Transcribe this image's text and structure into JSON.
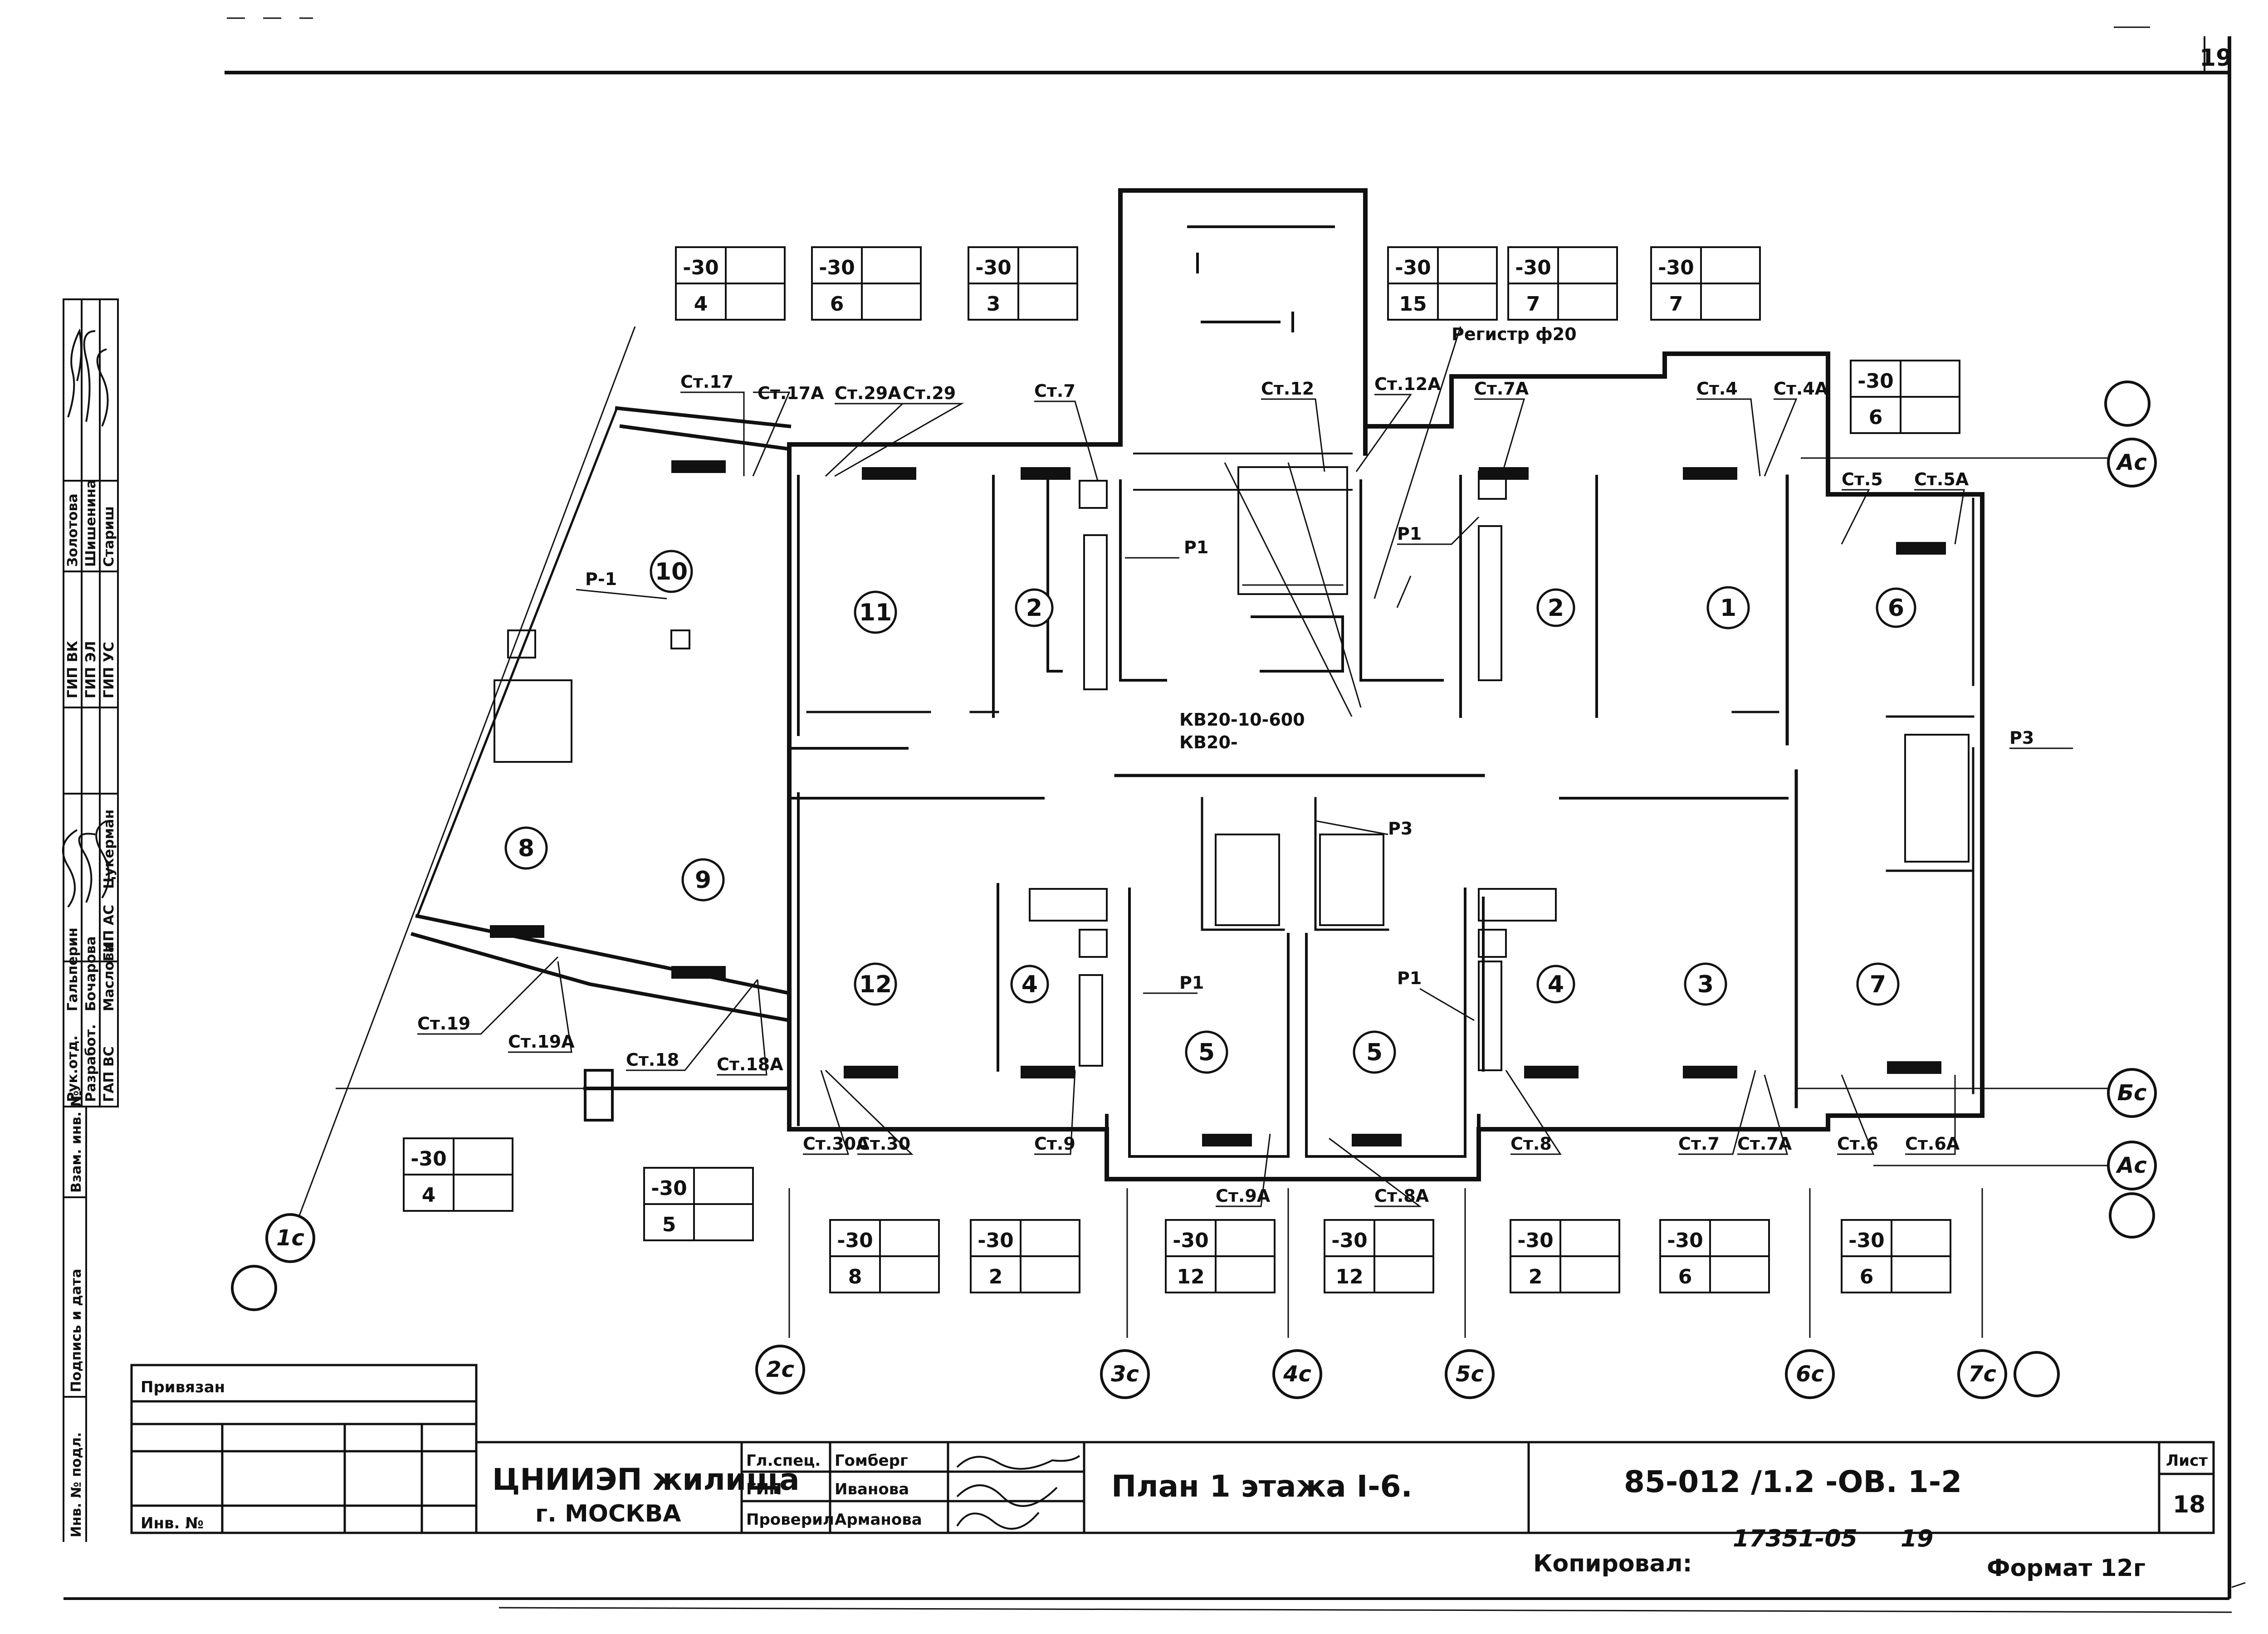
{
  "sheet_number": "19",
  "title_block": {
    "org_line1": "ЦНИИЭП жилища",
    "org_line2": "г. МОСКВА",
    "roles": [
      {
        "role": "Гл.спец.",
        "name": "Гомберг"
      },
      {
        "role": "ГИП",
        "name": "Иванова"
      },
      {
        "role": "Проверил",
        "name": "Арманова"
      }
    ],
    "drawing_title": "План 1 этажа I-6.",
    "designation": "85-012 /1.2 -ОВ. 1-2",
    "sheet_label": "Лист",
    "sheet_value": "18",
    "privyazan_label": "Привязан",
    "inv_label": "Инв. №"
  },
  "bottom": {
    "copied_label": "Копировал:",
    "copied_code": "17351-05",
    "copied_num": "19",
    "format_label": "Формат 12г"
  },
  "left_strip": {
    "rows": [
      {
        "role": "Рук.отд.",
        "name": "Гальперин"
      },
      {
        "role": "Разработ.",
        "name": "Бочарова"
      },
      {
        "role": "ГАП ВС",
        "name": "Маслова"
      },
      {
        "role": "ГИП АС",
        "name": "Цукерман"
      },
      {
        "role": "ГИП ВК",
        "name": "Золотова"
      },
      {
        "role": "ГИП ЭЛ",
        "name": "Шишенина"
      },
      {
        "role": "ГИП УС",
        "name": "Стариш"
      }
    ],
    "field_inv": "Инв. № подл.",
    "field_sign": "Подпись и дата",
    "field_replace": "Взам. инв. №"
  },
  "notes": {
    "register": "Регистр ф20",
    "kv": "КВ20-10-600",
    "kv2": "КВ20-",
    "p1": "Р-1"
  },
  "risers": [
    "Ст.17",
    "Ст.17А",
    "Ст.29А",
    "Ст.29",
    "Ст.7",
    "Ст.12",
    "Ст.12А",
    "Ст.7А",
    "Ст.4",
    "Ст.4А",
    "Ст.5",
    "Ст.5А",
    "Ст.19",
    "Ст.19А",
    "Ст.18",
    "Ст.18А",
    "Ст.30А",
    "Ст.30",
    "Ст.9",
    "Ст.9А",
    "Ст.8А",
    "Ст.8",
    "Ст.7",
    "Ст.7А",
    "Ст.6",
    "Ст.6А"
  ],
  "rooms": [
    "10",
    "11",
    "2",
    "2",
    "1",
    "6",
    "8",
    "9",
    "12",
    "4",
    "5",
    "5",
    "4",
    "3",
    "7"
  ],
  "pipes": [
    "Р1",
    "Р1",
    "Р3",
    "Р3",
    "Р1",
    "Р1"
  ],
  "axes": [
    "1с",
    "2с",
    "3с",
    "4с",
    "5с",
    "6с",
    "7с",
    "Ас",
    "Бс",
    "Ас"
  ],
  "temp_boxes": [
    {
      "t": "-30",
      "n": "4"
    },
    {
      "t": "-30",
      "n": "6"
    },
    {
      "t": "-30",
      "n": "3"
    },
    {
      "t": "-30",
      "n": "15"
    },
    {
      "t": "-30",
      "n": "7"
    },
    {
      "t": "-30",
      "n": "7"
    },
    {
      "t": "-30",
      "n": "6"
    },
    {
      "t": "-30",
      "n": "4"
    },
    {
      "t": "-30",
      "n": "5"
    },
    {
      "t": "-30",
      "n": "8"
    },
    {
      "t": "-30",
      "n": "2"
    },
    {
      "t": "-30",
      "n": "12"
    },
    {
      "t": "-30",
      "n": "12"
    },
    {
      "t": "-30",
      "n": "2"
    },
    {
      "t": "-30",
      "n": "6"
    },
    {
      "t": "-30",
      "n": "6"
    }
  ]
}
